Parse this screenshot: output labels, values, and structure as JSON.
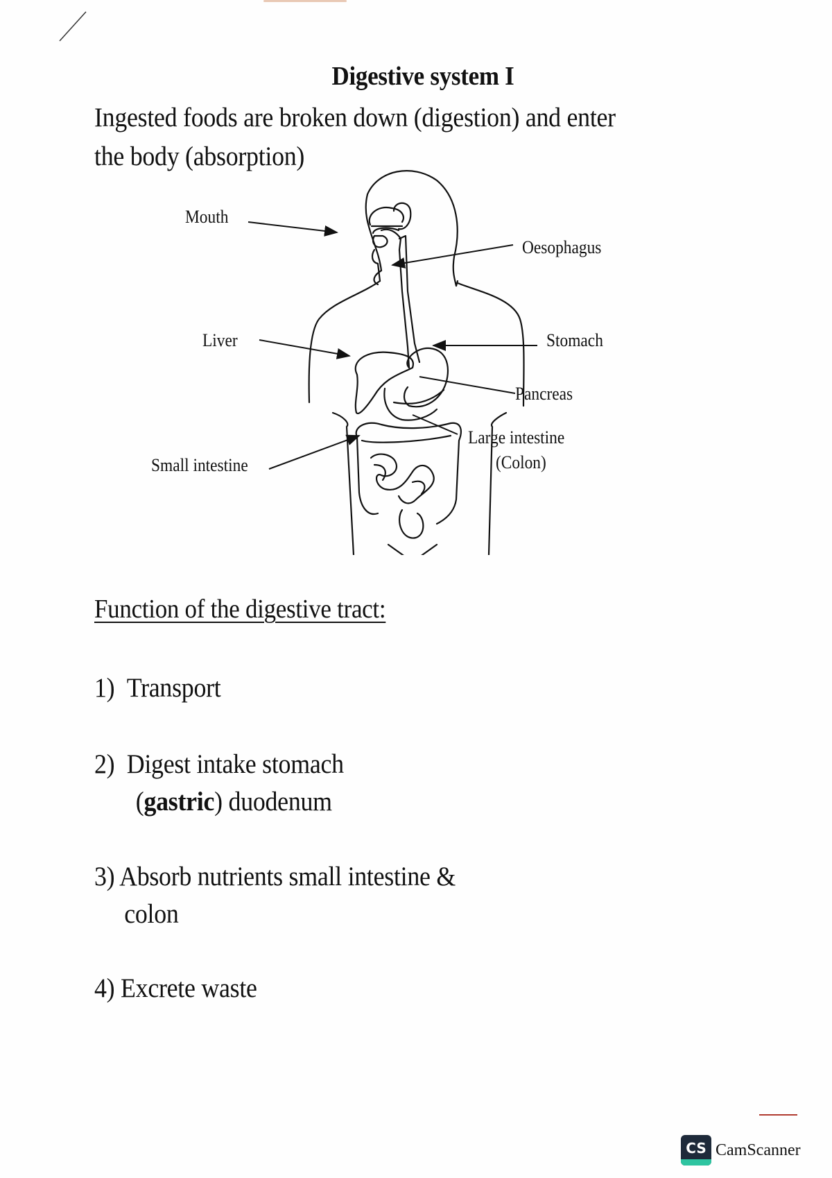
{
  "document": {
    "title": "Digestive system I",
    "intro": {
      "line1": "Ingested foods are broken down (digestion) and enter",
      "line2": "the body (absorption)"
    }
  },
  "diagram": {
    "labels": {
      "mouth": "Mouth",
      "oesophagus": "Oesophagus",
      "liver": "Liver",
      "stomach": "Stomach",
      "pancreas": "Pancreas",
      "large_intestine": "Large intestine",
      "colon": "(Colon)",
      "small_intestine": "Small intestine"
    }
  },
  "functions": {
    "heading": "Function of the digestive tract:",
    "items": [
      {
        "num": "1)",
        "text": "Transport"
      },
      {
        "num": "2)",
        "text_line1": "Digest intake stomach",
        "bold_part": "gastric",
        "text_line2_rest": " duodenum",
        "open_paren": "(",
        "close_paren": ")"
      },
      {
        "num": "3)",
        "text_line1": "Absorb nutrients small intestine &",
        "text_line2": "colon"
      },
      {
        "num": "4)",
        "text": "Excrete waste"
      }
    ]
  },
  "watermark": {
    "logo": "CS",
    "name": "CamScanner",
    "colors": {
      "logo_bg": "#1e2a3a",
      "logo_stripe": "#2ec4a0"
    }
  }
}
